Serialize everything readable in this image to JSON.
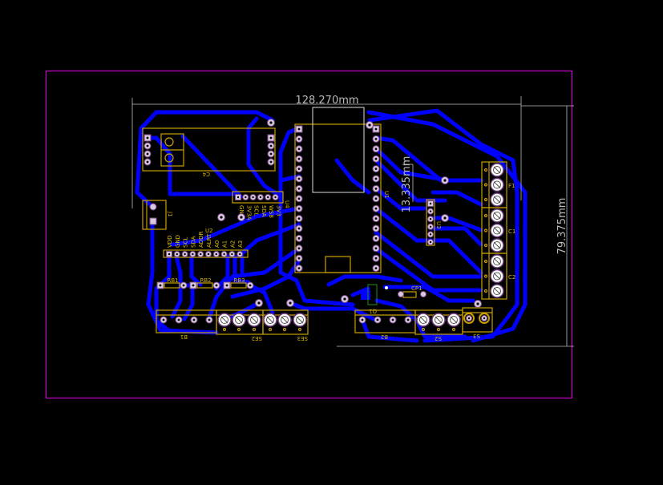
{
  "dimensions": {
    "width": "128.270mm",
    "height": "79.375mm",
    "offset": "13.335mm"
  },
  "components": {
    "u1": "U1",
    "c4": "C4",
    "u4": "U4",
    "j1": "J1",
    "u2": "U2",
    "u3": "U3",
    "rb1": "RB1",
    "rb2": "RB2",
    "rb3": "RB3",
    "b1": "B1",
    "se2": "SE2",
    "se3": "SE3",
    "b2": "B2",
    "s2": "S2",
    "s3": "S3",
    "q1": "Q1",
    "cp1": "CP1",
    "f1": "F1",
    "c1": "C1",
    "c2": "C2"
  },
  "u4_pins": [
    "GND",
    "3V3A",
    "SCL",
    "SDA",
    "WS8",
    "3V3"
  ],
  "u2_pins": [
    "VDD",
    "GND",
    "SCL",
    "SDA",
    "ADDR",
    "ALRT",
    "A0",
    "A1",
    "A2",
    "A3"
  ],
  "colors": {
    "board_outline": "#cc00cc",
    "copper": "#0000ff",
    "silkscreen": "#c8a000"
  }
}
